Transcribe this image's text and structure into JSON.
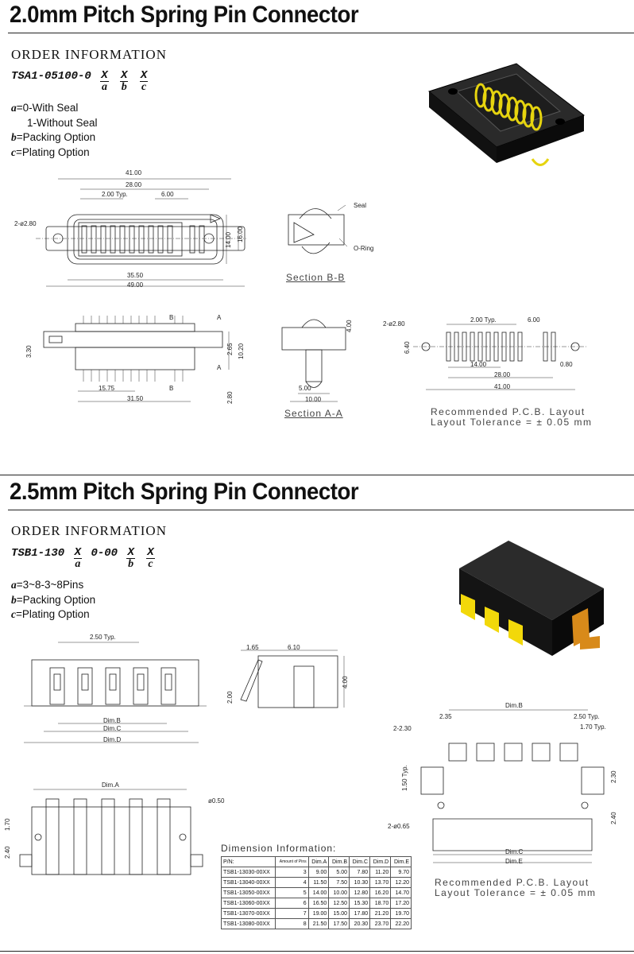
{
  "section1": {
    "title": "2.0mm Pitch Spring Pin Connector",
    "order_heading": "ORDER INFORMATION",
    "part_prefix": "TSA1-05100-0",
    "part_vars": [
      {
        "top": "X",
        "bottom": "a"
      },
      {
        "top": "X",
        "bottom": "b"
      },
      {
        "top": "X",
        "bottom": "c"
      }
    ],
    "options": [
      {
        "key": "a",
        "text": "=0-With Seal"
      },
      {
        "key": "",
        "text": "1-Without Seal"
      },
      {
        "key": "b",
        "text": "=Packing Option"
      },
      {
        "key": "c",
        "text": "=Plating Option"
      }
    ],
    "dims": {
      "d41": "41.00",
      "d28": "28.00",
      "d2typ": "2.00 Typ.",
      "d6": "6.00",
      "hole": "2-ø2.80",
      "d14": "14.00",
      "d16": "16.00",
      "d355": "35.50",
      "d49": "49.00",
      "seal": "Seal",
      "oring": "O-Ring",
      "section_bb": "Section B-B",
      "B": "B",
      "A": "A",
      "d330": "3.30",
      "d265": "2.65",
      "d1020": "10.20",
      "d1575": "15.75",
      "d3150": "31.50",
      "d280": "2.80",
      "d400": "4.00",
      "d500": "5.00",
      "d1000": "10.00",
      "section_aa": "Section A-A",
      "p_hole": "2-ø2.80",
      "p_d2typ": "2.00 Typ.",
      "p_d6": "6.00",
      "p_d640": "6.40",
      "p_d14": "14.00",
      "p_d080": "0.80",
      "p_d28": "28.00",
      "p_d41": "41.00"
    },
    "pcb_caption": [
      "Recommended   P.C.B.  Layout",
      "Layout Tolerance  =  ±  0.05  mm"
    ]
  },
  "section2": {
    "title": "2.5mm Pitch Spring Pin Connector",
    "order_heading": "ORDER INFORMATION",
    "part_prefix": "TSB1-130",
    "part_mid": "0-00",
    "part_vars": [
      {
        "top": "X",
        "bottom": "a"
      },
      {
        "top": "X",
        "bottom": "b"
      },
      {
        "top": "X",
        "bottom": "c"
      }
    ],
    "options": [
      {
        "key": "a",
        "text": "=3~8-3~8Pins"
      },
      {
        "key": "b",
        "text": "=Packing Option"
      },
      {
        "key": "c",
        "text": "=Plating Option"
      }
    ],
    "dims": {
      "d250typ": "2.50 Typ.",
      "dimB": "Dim.B",
      "dimC": "Dim.C",
      "dimD": "Dim.D",
      "d165": "1.65",
      "d610": "6.10",
      "d200": "2.00",
      "d400": "4.00",
      "dimA": "Dim.A",
      "d050": "ø0.50",
      "d170": "1.70",
      "d240": "2.40",
      "p_dimB": "Dim.B",
      "p_230": "2-2.30",
      "p_235": "2.35",
      "p_250": "2.50 Typ.",
      "p_170": "1.70 Typ.",
      "p_150": "1.50 Typ.",
      "p_230b": "2.30",
      "p_065": "2-ø0.65",
      "p_240": "2.40",
      "p_dimC": "Dim.C",
      "p_dimE": "Dim.E"
    },
    "table_title": "Dimension Information:",
    "table_headers": [
      "P/N:",
      "Amount of Pins",
      "Dim.A",
      "Dim.B",
      "Dim.C",
      "Dim.D",
      "Dim.E"
    ],
    "table_rows": [
      [
        "TSB1-13030-00XX",
        "3",
        "9.00",
        "5.00",
        "7.80",
        "11.20",
        "9.70"
      ],
      [
        "TSB1-13040-00XX",
        "4",
        "11.50",
        "7.50",
        "10.30",
        "13.70",
        "12.20"
      ],
      [
        "TSB1-13050-00XX",
        "5",
        "14.00",
        "10.00",
        "12.80",
        "16.20",
        "14.70"
      ],
      [
        "TSB1-13060-00XX",
        "6",
        "16.50",
        "12.50",
        "15.30",
        "18.70",
        "17.20"
      ],
      [
        "TSB1-13070-00XX",
        "7",
        "19.00",
        "15.00",
        "17.80",
        "21.20",
        "19.70"
      ],
      [
        "TSB1-13080-00XX",
        "8",
        "21.50",
        "17.50",
        "20.30",
        "23.70",
        "22.20"
      ]
    ],
    "pcb_caption": [
      "Recommended   P.C.B.  Layout",
      "Layout Tolerance  =  ±  0.05  mm"
    ]
  },
  "colors": {
    "spring_yellow": "#f2e21a",
    "housing_black": "#1a1a1a",
    "contact_orange": "#e08a1e"
  }
}
